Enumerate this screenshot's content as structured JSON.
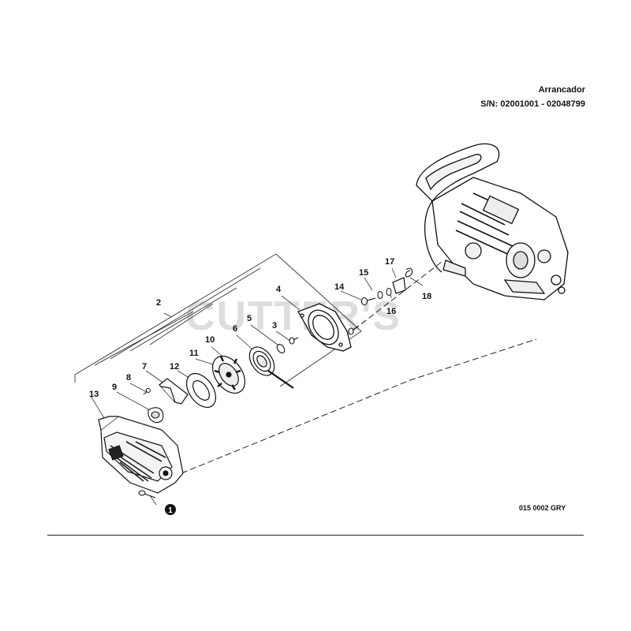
{
  "header": {
    "title": "Arrancador",
    "serial_range": "S/N: 02001001 - 02048799"
  },
  "diagram_code": "015 0002 GRY",
  "watermark": "CUTTER'S",
  "callouts": {
    "c1": "1",
    "c2": "2",
    "c3": "3",
    "c4": "4",
    "c5": "5",
    "c6": "6",
    "c7": "7",
    "c8": "8",
    "c9": "9",
    "c10": "10",
    "c11": "11",
    "c12": "12",
    "c13": "13",
    "c14": "14",
    "c15": "15",
    "c16": "16",
    "c17": "17",
    "c18": "18"
  }
}
